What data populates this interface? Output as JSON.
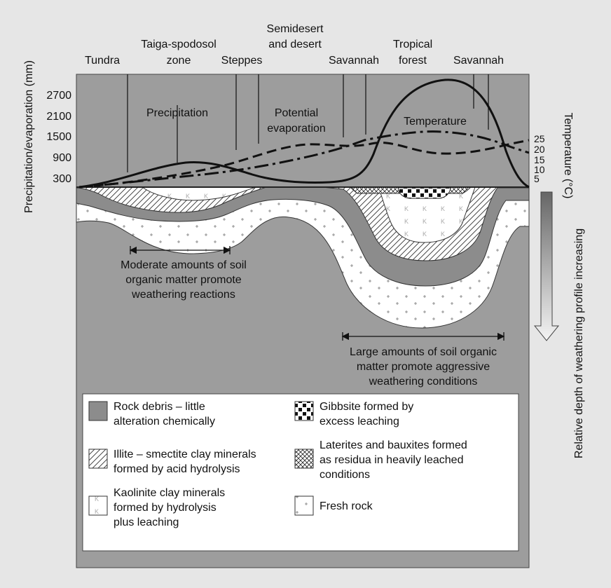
{
  "y_axis_left": {
    "label": "Precipitation/evaporation (mm)",
    "ticks": [
      "2700",
      "2100",
      "1500",
      "900",
      "300"
    ]
  },
  "y_axis_right": {
    "label": "Temperature (°C)",
    "ticks": [
      "25",
      "20",
      "15",
      "10",
      "5"
    ]
  },
  "depth_axis": {
    "label": "Relative depth of weathering profile increasing"
  },
  "zones": [
    {
      "id": "tundra",
      "lines": [
        "Tundra"
      ]
    },
    {
      "id": "taiga",
      "lines": [
        "Taiga-spodosol",
        "zone"
      ]
    },
    {
      "id": "steppes",
      "lines": [
        "Steppes"
      ]
    },
    {
      "id": "semidesert",
      "lines": [
        "Semidesert",
        "and desert"
      ]
    },
    {
      "id": "savannah-1",
      "lines": [
        "Savannah"
      ]
    },
    {
      "id": "tropical-forest",
      "lines": [
        "Tropical",
        "forest"
      ]
    },
    {
      "id": "savannah-2",
      "lines": [
        "Savannah"
      ]
    }
  ],
  "curve_labels": {
    "precipitation": "Precipitation",
    "potential_evaporation": [
      "Potential",
      "evaporation"
    ],
    "temperature": "Temperature"
  },
  "annotations": {
    "moderate": [
      "Moderate amounts of soil",
      "organic matter promote",
      "weathering reactions"
    ],
    "large": [
      "Large amounts of soil organic",
      "matter promote aggressive",
      "weathering conditions"
    ]
  },
  "legend": [
    {
      "id": "rock-debris",
      "pattern": "grey",
      "lines": [
        "Rock debris – little",
        "alteration chemically"
      ]
    },
    {
      "id": "gibbsite",
      "pattern": "gibbsite",
      "lines": [
        "Gibbsite formed by",
        "excess leaching"
      ]
    },
    {
      "id": "illite",
      "pattern": "hatch",
      "lines": [
        "Illite – smectite clay minerals",
        "formed by acid hydrolysis"
      ]
    },
    {
      "id": "laterites",
      "pattern": "crosshatch",
      "lines": [
        "Laterites and bauxites formed",
        "as residua in heavily leached",
        "conditions"
      ]
    },
    {
      "id": "kaolinite",
      "pattern": "kaolinite",
      "lines": [
        "Kaolinite clay minerals",
        "formed by hydrolysis",
        "plus leaching"
      ]
    },
    {
      "id": "fresh-rock",
      "pattern": "plus",
      "lines": [
        "Fresh rock"
      ]
    }
  ],
  "colors": {
    "background": "#e6e6e6",
    "panel": "#9d9d9d",
    "rock_debris": "#8c8c8c",
    "light_band": "#ffffff",
    "line": "#111111"
  }
}
